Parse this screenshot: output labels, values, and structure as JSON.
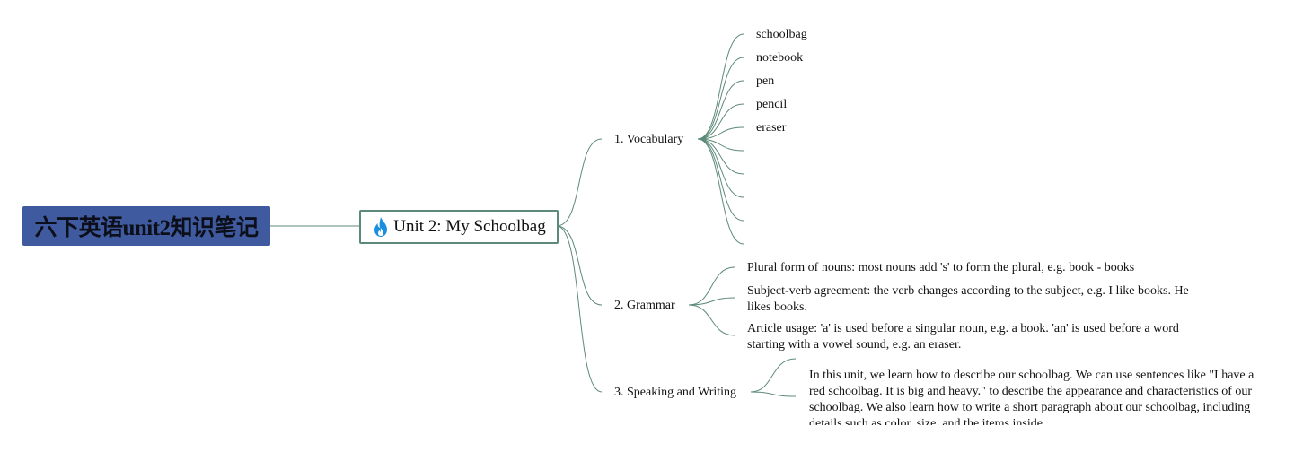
{
  "root": {
    "label": "六下英语unit2知识笔记"
  },
  "center": {
    "icon": "fire-icon",
    "label": "Unit 2: My Schoolbag"
  },
  "branches": {
    "vocabulary": {
      "label": "1. Vocabulary",
      "items": [
        "schoolbag",
        "notebook",
        "pen",
        "pencil",
        "eraser",
        "",
        "",
        "",
        "",
        ""
      ]
    },
    "grammar": {
      "label": "2. Grammar",
      "items": [
        "Plural form of nouns: most nouns add 's' to form the plural, e.g. book - books",
        "Subject-verb agreement: the verb changes according to the subject, e.g. I like books. He likes books.",
        "Article usage: 'a' is used before a singular noun, e.g. a book. 'an' is used before a word starting with a vowel sound, e.g. an eraser."
      ]
    },
    "speaking": {
      "label": "3. Speaking and Writing",
      "items": [
        "",
        "In this unit, we learn how to describe our schoolbag. We can use sentences like \"I have a red schoolbag. It is big and heavy.\" to describe the appearance and characteristics of our schoolbag. We also learn how to write a short paragraph about our schoolbag, including details such as color, size, and the items inside."
      ]
    }
  },
  "colors": {
    "root_fill": "#3f5a9e",
    "line": "#5d8a78",
    "icon": "#1a8fe0"
  }
}
